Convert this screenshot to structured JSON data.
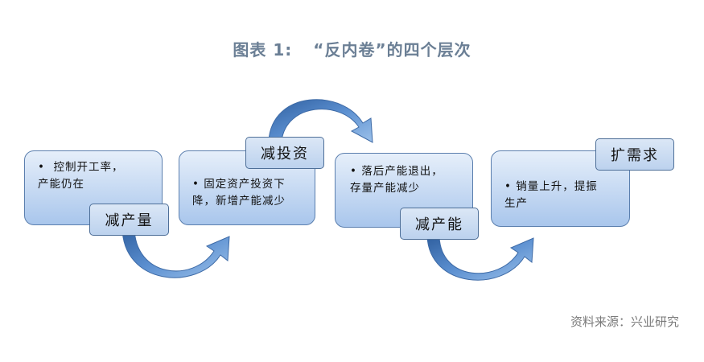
{
  "title": {
    "prefix": "图表 1:",
    "text": "“反内卷”的四个层次"
  },
  "steps": [
    {
      "label": "减产量",
      "text": "•  控制开工率，\n产能仍在"
    },
    {
      "label": "减投资",
      "text": "• 固定资产投资下\n降，新增产能减少"
    },
    {
      "label": "减产能",
      "text": "• 落后产能退出，\n存量产能减少"
    },
    {
      "label": "扩需求",
      "text": "• 销量上升，提振\n生产"
    }
  ],
  "source": "资料来源：兴业研究",
  "colors": {
    "box_top": "#e6effa",
    "box_bottom": "#a9c6ec",
    "arrow": "#5b8fd0",
    "title": "#6b7f95"
  }
}
